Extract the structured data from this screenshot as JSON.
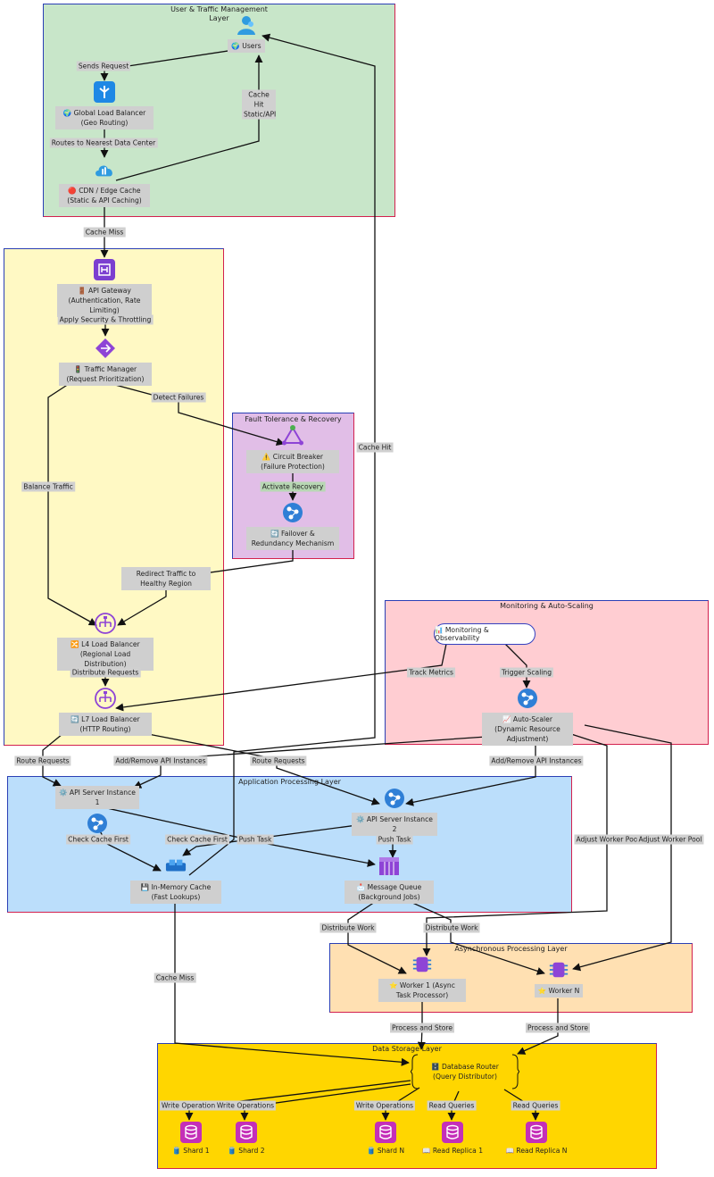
{
  "colors": {
    "user_layer": "#c8e6c9",
    "app_layer_top": "#fff9c4",
    "fault_layer": "#e1bee7",
    "monitoring_layer": "#ffcdd2",
    "processing_layer": "#bbdefb",
    "async_layer": "#ffe0b2",
    "storage_layer": "#ffd600",
    "label_bg": "#cfcfcf",
    "layer_border_blue": "#2a3fb5",
    "layer_border_red": "#d3214e"
  },
  "layers": {
    "user": "User & Traffic Management Layer",
    "fault": "Fault Tolerance & Recovery",
    "monitoring": "Monitoring & Auto-Scaling",
    "processing": "Application Processing Layer",
    "async": "Asynchronous Processing Layer",
    "storage": "Data Storage Layer"
  },
  "nodes": {
    "users": {
      "label": "🌍 Users",
      "icon": "user-icon"
    },
    "glb": {
      "label": "🌍 Global Load Balancer (Geo Routing)",
      "icon": "load-balancer-icon"
    },
    "cdn": {
      "label": "🔴 CDN / Edge Cache (Static & API Caching)",
      "icon": "cloud-icon"
    },
    "api_gateway": {
      "label": "🚪 API Gateway (Authentication, Rate Limiting)",
      "icon": "api-gateway-icon"
    },
    "traffic_manager": {
      "label": "🚦 Traffic Manager (Request Prioritization)",
      "icon": "traffic-manager-icon"
    },
    "circuit_breaker": {
      "label": "⚠️ Circuit Breaker (Failure Protection)",
      "icon": "triangle-network-icon"
    },
    "failover": {
      "label": "🔄 Failover & Redundancy Mechanism",
      "icon": "service-icon"
    },
    "l4": {
      "label": "🔀 L4 Load Balancer (Regional Load Distribution)",
      "icon": "l4-balancer-icon"
    },
    "l7": {
      "label": "🔄 L7 Load Balancer (HTTP Routing)",
      "icon": "l7-balancer-icon"
    },
    "monitoring": {
      "label": "📊 Monitoring & Observability"
    },
    "autoscaler": {
      "label": "📈 Auto-Scaler (Dynamic Resource Adjustment)",
      "icon": "autoscale-icon"
    },
    "api1": {
      "label": "⚙️ API Server Instance 1",
      "icon": "service-icon"
    },
    "api2": {
      "label": "⚙️ API Server Instance 2",
      "icon": "service-icon"
    },
    "cache": {
      "label": "💾 In-Memory Cache (Fast Lookups)",
      "icon": "cache-icon"
    },
    "queue": {
      "label": "📩 Message Queue (Background Jobs)",
      "icon": "queue-icon"
    },
    "worker1": {
      "label": "⭐ Worker 1 (Async Task Processor)",
      "icon": "worker-icon"
    },
    "workern": {
      "label": "⭐ Worker N",
      "icon": "worker-icon"
    },
    "db_router": {
      "label": "🗄️ Database Router (Query Distributor)"
    },
    "shard1": {
      "label": "🛢️ Shard 1",
      "icon": "database-icon"
    },
    "shard2": {
      "label": "🛢️ Shard 2",
      "icon": "database-icon"
    },
    "shardn": {
      "label": "🛢️ Shard N",
      "icon": "database-icon"
    },
    "replica1": {
      "label": "📖 Read Replica 1",
      "icon": "database-icon"
    },
    "replican": {
      "label": "📖 Read Replica N",
      "icon": "database-icon"
    }
  },
  "edges": {
    "sends_request": "Sends Request",
    "routes_nearest": "Routes to Nearest Data Center",
    "cache_hit_static": "Cache Hit Static/API",
    "cache_miss_cdn": "Cache Miss",
    "apply_security": "Apply Security & Throttling",
    "detect_failures": "Detect Failures",
    "balance_traffic": "Balance Traffic",
    "activate_recovery": "Activate Recovery",
    "redirect_traffic": "Redirect Traffic to Healthy Region",
    "cache_hit_long": "Cache Hit",
    "distribute_requests": "Distribute Requests",
    "track_metrics": "Track Metrics",
    "trigger_scaling": "Trigger Scaling",
    "route_requests_1": "Route Requests",
    "route_requests_2": "Route Requests",
    "add_remove_1": "Add/Remove API Instances",
    "add_remove_2": "Add/Remove API Instances",
    "check_cache_1": "Check Cache First",
    "check_cache_2": "Check Cache First",
    "push_task_1": "Push Task",
    "push_task_2": "Push Task",
    "adjust_pool_1": "Adjust Worker Pool",
    "adjust_pool_2": "Adjust Worker Pool",
    "distribute_work_1": "Distribute Work",
    "distribute_work_2": "Distribute Work",
    "cache_miss_db": "Cache Miss",
    "process_store_1": "Process and Store",
    "process_store_2": "Process and Store",
    "write_ops_1": "Write Operations",
    "write_ops_2": "Write Operations",
    "write_ops_3": "Write Operations",
    "read_queries_1": "Read Queries",
    "read_queries_2": "Read Queries"
  }
}
